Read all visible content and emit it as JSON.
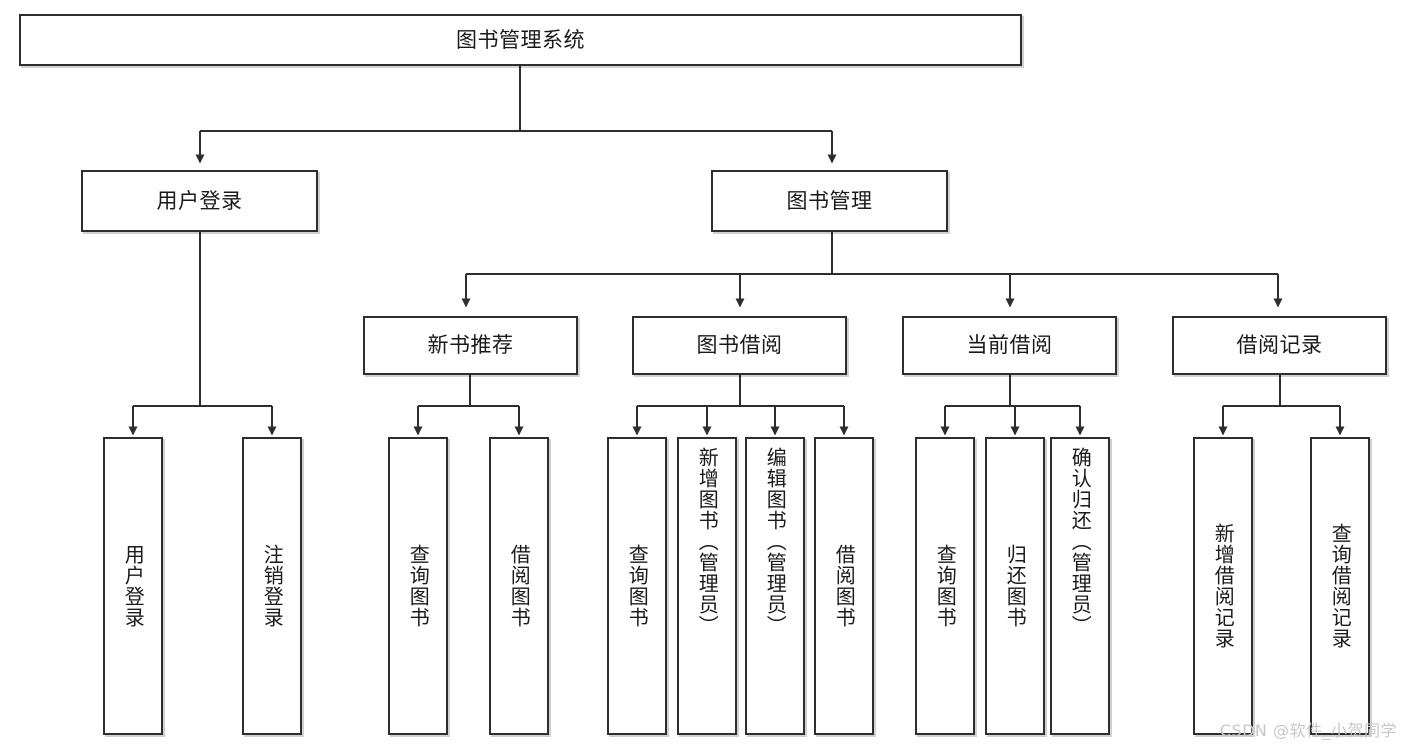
{
  "diagram": {
    "title": "图书管理系统",
    "type": "tree-hierarchy-chart",
    "watermark": "CSDN @软件_小贺同学",
    "accent_color": "#2e2e2e",
    "background_color": "#ffffff",
    "levels": {
      "root": {
        "label": "图书管理系统"
      },
      "level2": [
        {
          "label": "用户登录"
        },
        {
          "label": "图书管理"
        }
      ],
      "level3": [
        {
          "label": "新书推荐"
        },
        {
          "label": "图书借阅"
        },
        {
          "label": "当前借阅"
        },
        {
          "label": "借阅记录"
        }
      ],
      "leaves": [
        {
          "label": "用户登录"
        },
        {
          "label": "注销登录"
        },
        {
          "label": "查询图书"
        },
        {
          "label": "借阅图书"
        },
        {
          "label": "查询图书"
        },
        {
          "label": "新增图书（管理员）"
        },
        {
          "label": "编辑图书（管理员）"
        },
        {
          "label": "借阅图书"
        },
        {
          "label": "查询图书"
        },
        {
          "label": "归还图书"
        },
        {
          "label": "确认归还（管理员）"
        },
        {
          "label": "新增借阅记录"
        },
        {
          "label": "查询借阅记录"
        }
      ]
    }
  }
}
